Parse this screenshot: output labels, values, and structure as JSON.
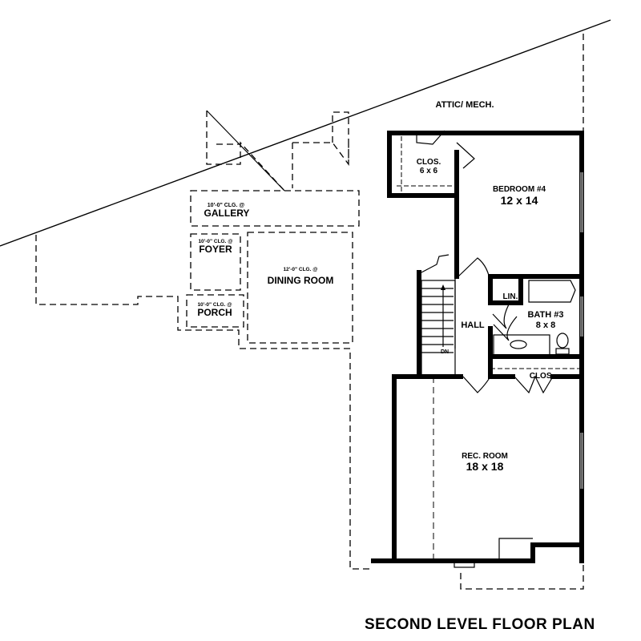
{
  "title": "SECOND LEVEL FLOOR PLAN",
  "rooms": {
    "attic": "ATTIC/ MECH.",
    "gallery": {
      "ceiling": "10'-0\" CLG. @",
      "name": "GALLERY"
    },
    "foyer": {
      "ceiling": "10'-0\" CLG. @",
      "name": "FOYER"
    },
    "porch": {
      "ceiling": "10'-0\" CLG. @",
      "name": "PORCH"
    },
    "dining": {
      "ceiling": "12'-0\" CLG. @",
      "name": "DINING ROOM"
    },
    "closet1": {
      "name": "CLOS.",
      "size": "6 x 6"
    },
    "bedroom4": {
      "name": "BEDROOM #4",
      "size": "12 x 14"
    },
    "linen": "LIN.",
    "bath3": {
      "name": "BATH #3",
      "size": "8 x 8"
    },
    "hall": "HALL",
    "stairs": "DN",
    "closet2": "CLOS.",
    "rec_room": {
      "name": "REC. ROOM",
      "size": "18 x 18"
    }
  }
}
